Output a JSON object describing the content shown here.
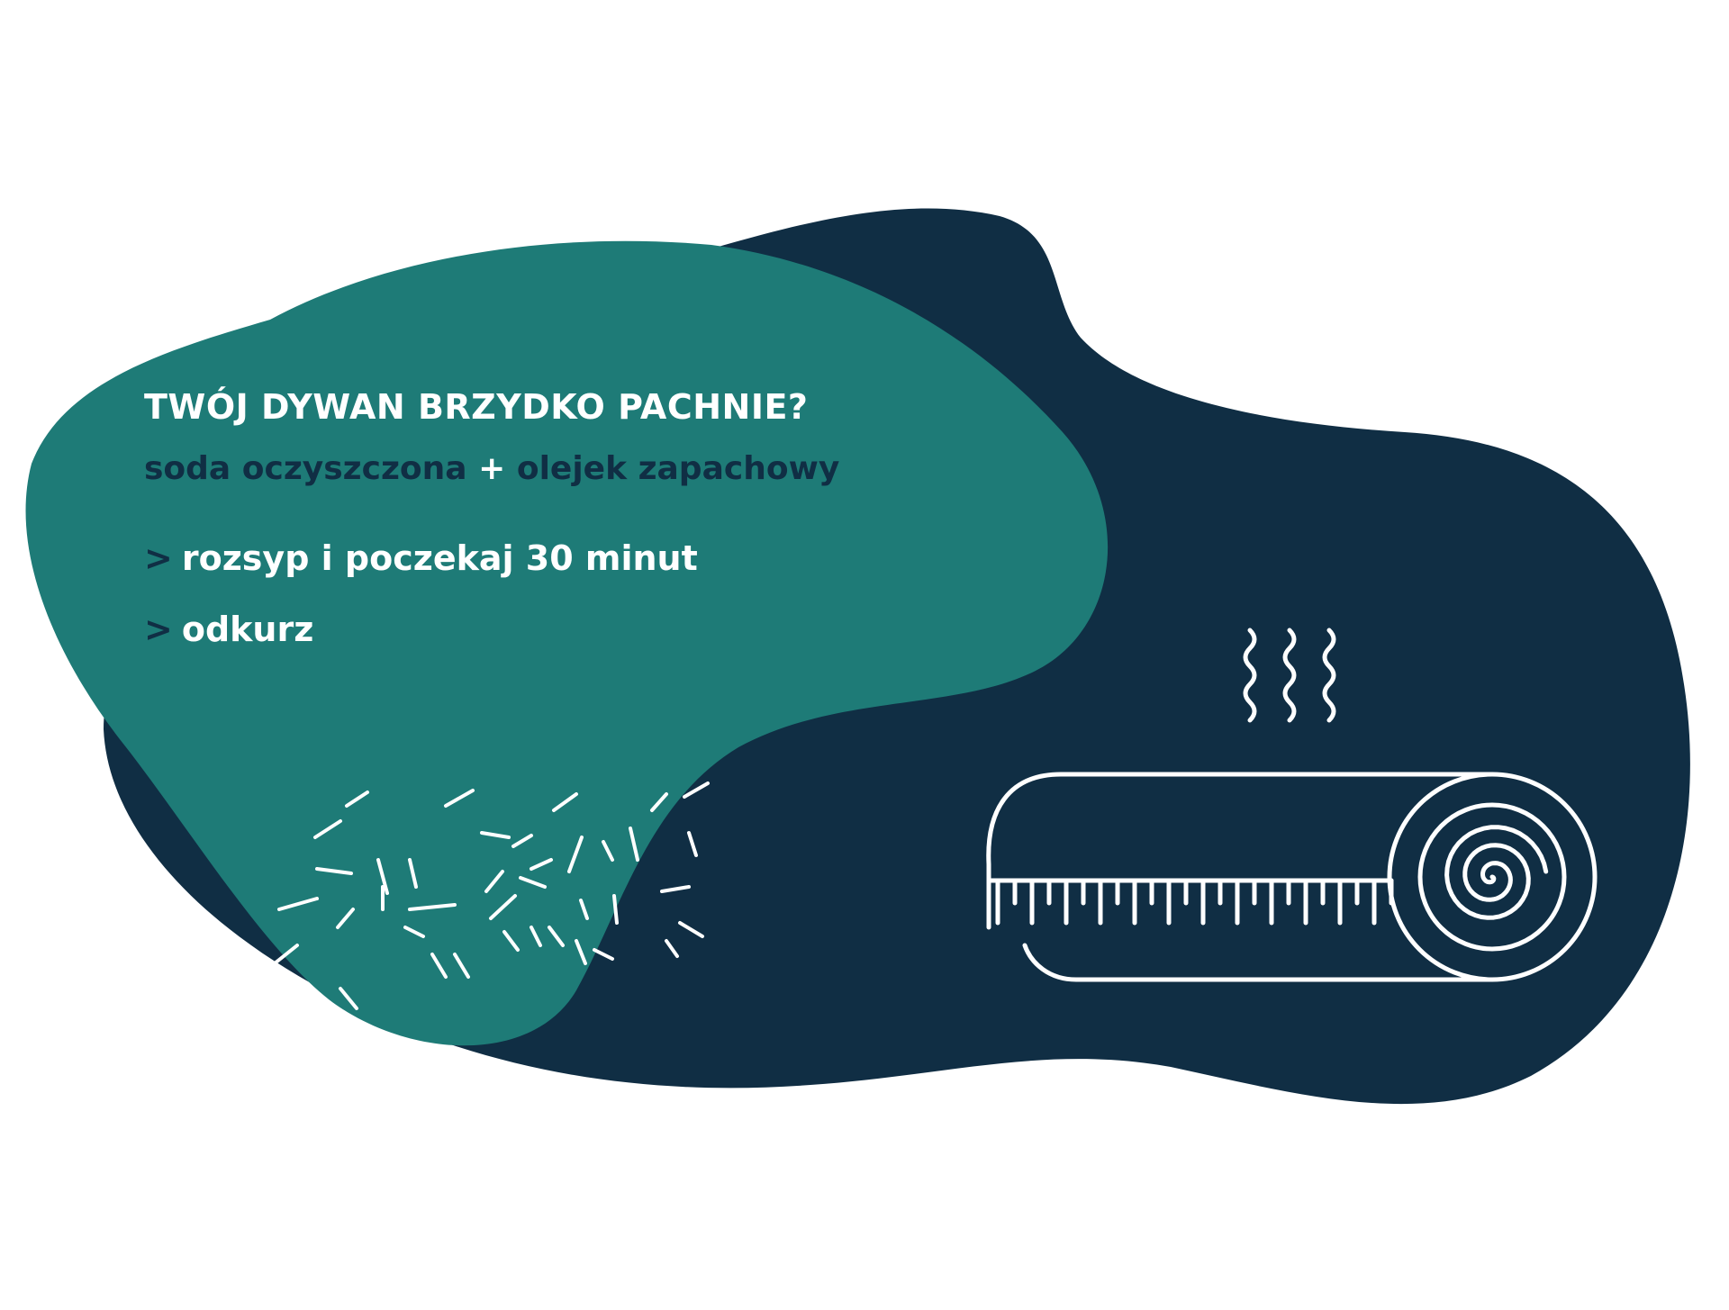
{
  "headline": "TWÓJ DYWAN BRZYDKO PACHNIE?",
  "recipe": {
    "ingredient_1": "soda oczyszczona",
    "plus": "+",
    "ingredient_2": "olejek zapachowy"
  },
  "steps": [
    {
      "marker": ">",
      "text": "rozsyp i poczekaj 30 minut"
    },
    {
      "marker": ">",
      "text": "odkurz"
    }
  ],
  "colors": {
    "dark_navy": "#102e44",
    "teal": "#1e7b77",
    "white": "#ffffff"
  },
  "icons": [
    "baking-soda-granules-icon",
    "rolled-carpet-icon",
    "odor-waves-icon"
  ]
}
